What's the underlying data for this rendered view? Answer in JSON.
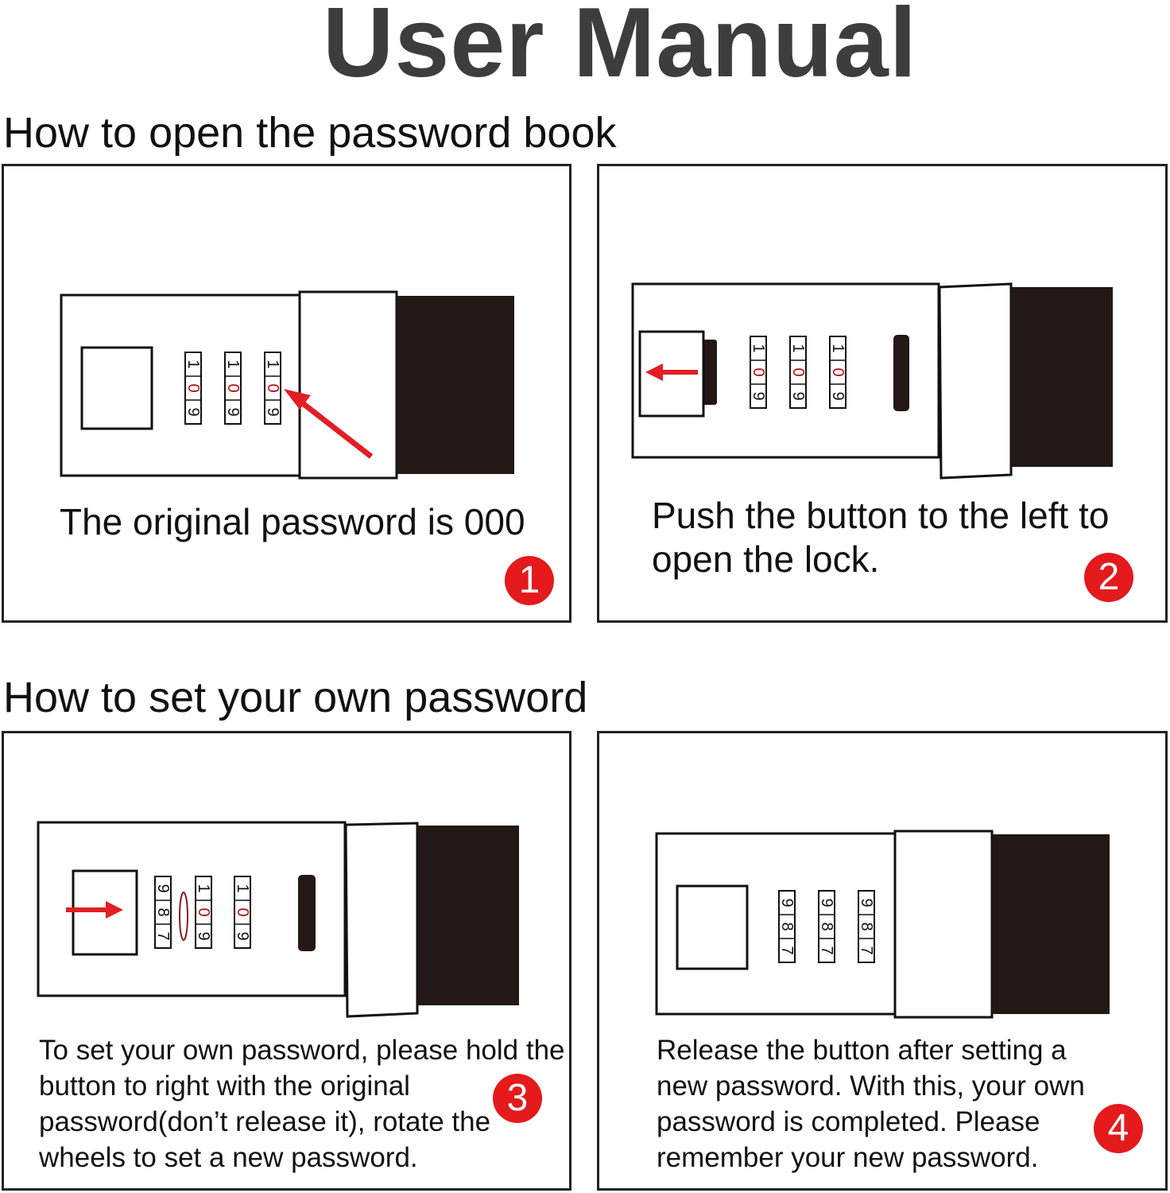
{
  "page": {
    "title": "User Manual"
  },
  "sections": [
    {
      "heading": "How to open the password book",
      "steps": [
        {
          "number": "1",
          "caption": "The original password is 000",
          "wheels": [
            [
              "1",
              "0",
              "9"
            ],
            [
              "1",
              "0",
              "9"
            ],
            [
              "1",
              "0",
              "9"
            ]
          ]
        },
        {
          "number": "2",
          "caption": "Push the button to the left to open the lock.",
          "wheels": [
            [
              "1",
              "0",
              "9"
            ],
            [
              "1",
              "0",
              "9"
            ],
            [
              "1",
              "0",
              "9"
            ]
          ]
        }
      ]
    },
    {
      "heading": "How to set your own password",
      "steps": [
        {
          "number": "3",
          "caption": "To set your own password, please hold the button to right with the original password(don’t release it), rotate the wheels to set a new password.",
          "wheels": [
            [
              "9",
              "8",
              "7"
            ],
            [
              "1",
              "0",
              "9"
            ],
            [
              "1",
              "0",
              "9"
            ]
          ]
        },
        {
          "number": "4",
          "caption": "Release the button after setting a new password. With this, your own password is completed. Please remember your new password.",
          "wheels": [
            [
              "9",
              "8",
              "7"
            ],
            [
              "9",
              "8",
              "7"
            ],
            [
              "9",
              "8",
              "7"
            ]
          ]
        }
      ]
    }
  ],
  "colors": {
    "accent_red": "#e41a1c",
    "arrow_red": "#e31e24",
    "dark_cover": "#231815",
    "title_gray": "#3d3d3d"
  },
  "icons": {
    "step1": "combination-lock-illustration",
    "step2": "push-left-arrow-icon",
    "step3": "push-right-arrow-icon",
    "step4": "combination-lock-illustration"
  }
}
